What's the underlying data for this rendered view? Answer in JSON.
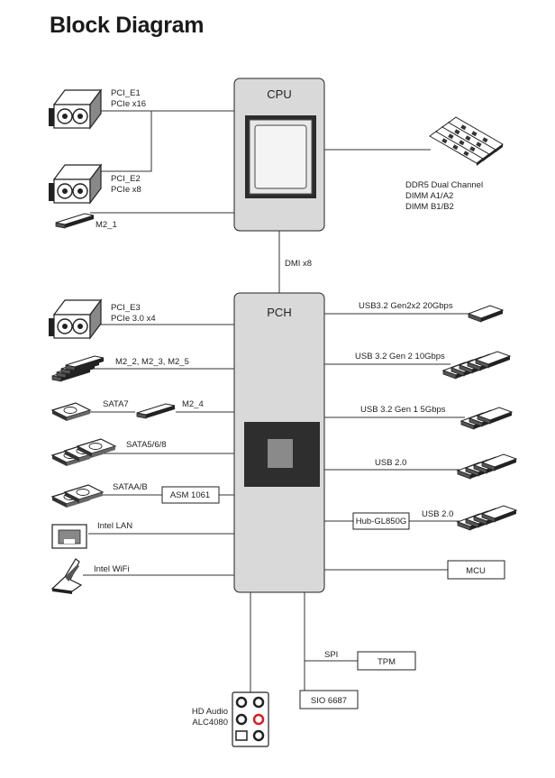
{
  "title": "Block Diagram",
  "colors": {
    "chip_block": "#d9d9d9",
    "die": "#2e2e2e",
    "line": "#333333",
    "audio_red": "#d62020"
  },
  "cpu": {
    "label": "CPU"
  },
  "pch": {
    "label": "PCH"
  },
  "dmi": {
    "label": "DMI x8"
  },
  "left": {
    "pcie1": {
      "name": "PCI_E1",
      "speed": "PCIe x16"
    },
    "pcie2": {
      "name": "PCI_E2",
      "speed": "PCIe x8"
    },
    "m2_1": "M2_1",
    "pcie3": {
      "name": "PCI_E3",
      "speed": "PCIe 3.0 x4"
    },
    "m2_235": "M2_2, M2_3, M2_5",
    "sata7": "SATA7",
    "m2_4": "M2_4",
    "sata568": "SATA5/6/8",
    "sataab": "SATAA/B",
    "asm": "ASM 1061",
    "lan": "Intel LAN",
    "wifi": "Intel WiFi"
  },
  "right": {
    "ddr5": [
      "DDR5  Dual Channel",
      "DIMM A1/A2",
      "DIMM B1/B2"
    ],
    "usb_20g": "USB3.2 Gen2x2 20Gbps",
    "usb_10g": "USB 3.2 Gen 2 10Gbps",
    "usb_5g": "USB 3.2 Gen 1 5Gbps",
    "usb2_a": "USB 2.0",
    "hub": "Hub-GL850G",
    "usb2_b": "USB 2.0",
    "mcu": "MCU"
  },
  "bottom": {
    "spi": "SPI",
    "tpm": "TPM",
    "sio": "SIO 6687",
    "audio": [
      "HD Audio",
      "ALC4080"
    ]
  }
}
